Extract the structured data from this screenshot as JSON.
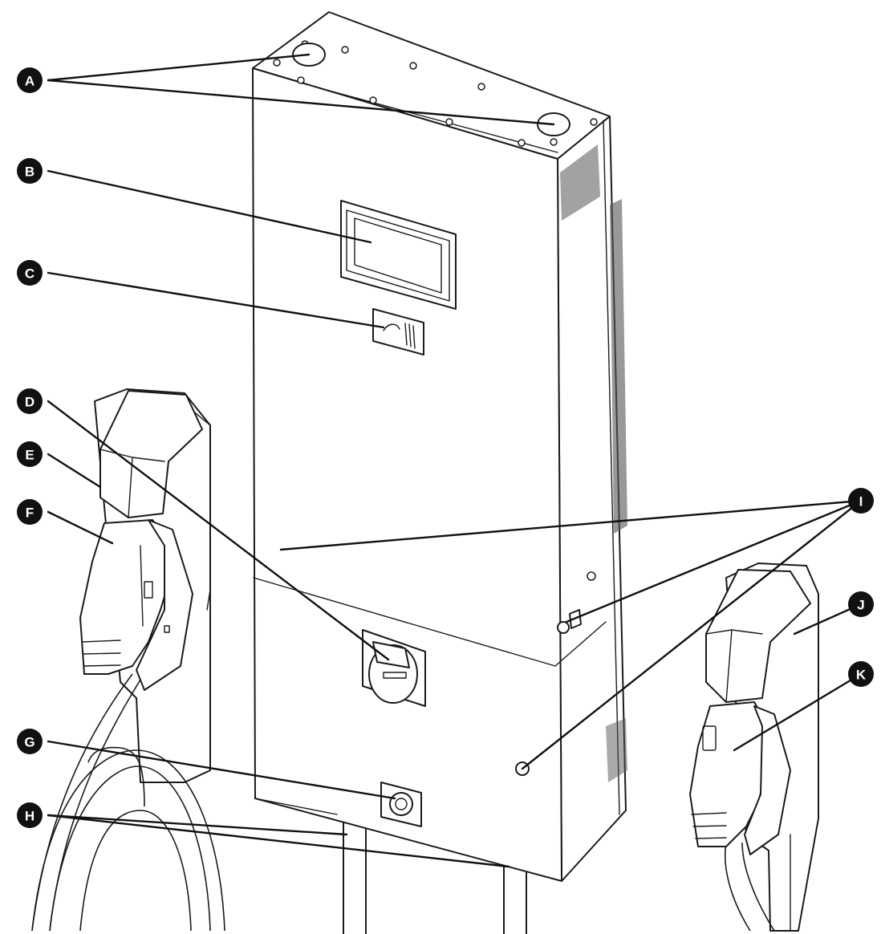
{
  "callouts": [
    {
      "id": "A",
      "label": "A"
    },
    {
      "id": "B",
      "label": "B"
    },
    {
      "id": "C",
      "label": "C"
    },
    {
      "id": "D",
      "label": "D"
    },
    {
      "id": "E",
      "label": "E"
    },
    {
      "id": "F",
      "label": "F"
    },
    {
      "id": "G",
      "label": "G"
    },
    {
      "id": "H",
      "label": "H"
    },
    {
      "id": "I",
      "label": "I"
    },
    {
      "id": "J",
      "label": "J"
    },
    {
      "id": "K",
      "label": "K"
    }
  ],
  "colors": {
    "line": "#1a1a1a",
    "badge": "#111111",
    "background": "#ffffff"
  }
}
